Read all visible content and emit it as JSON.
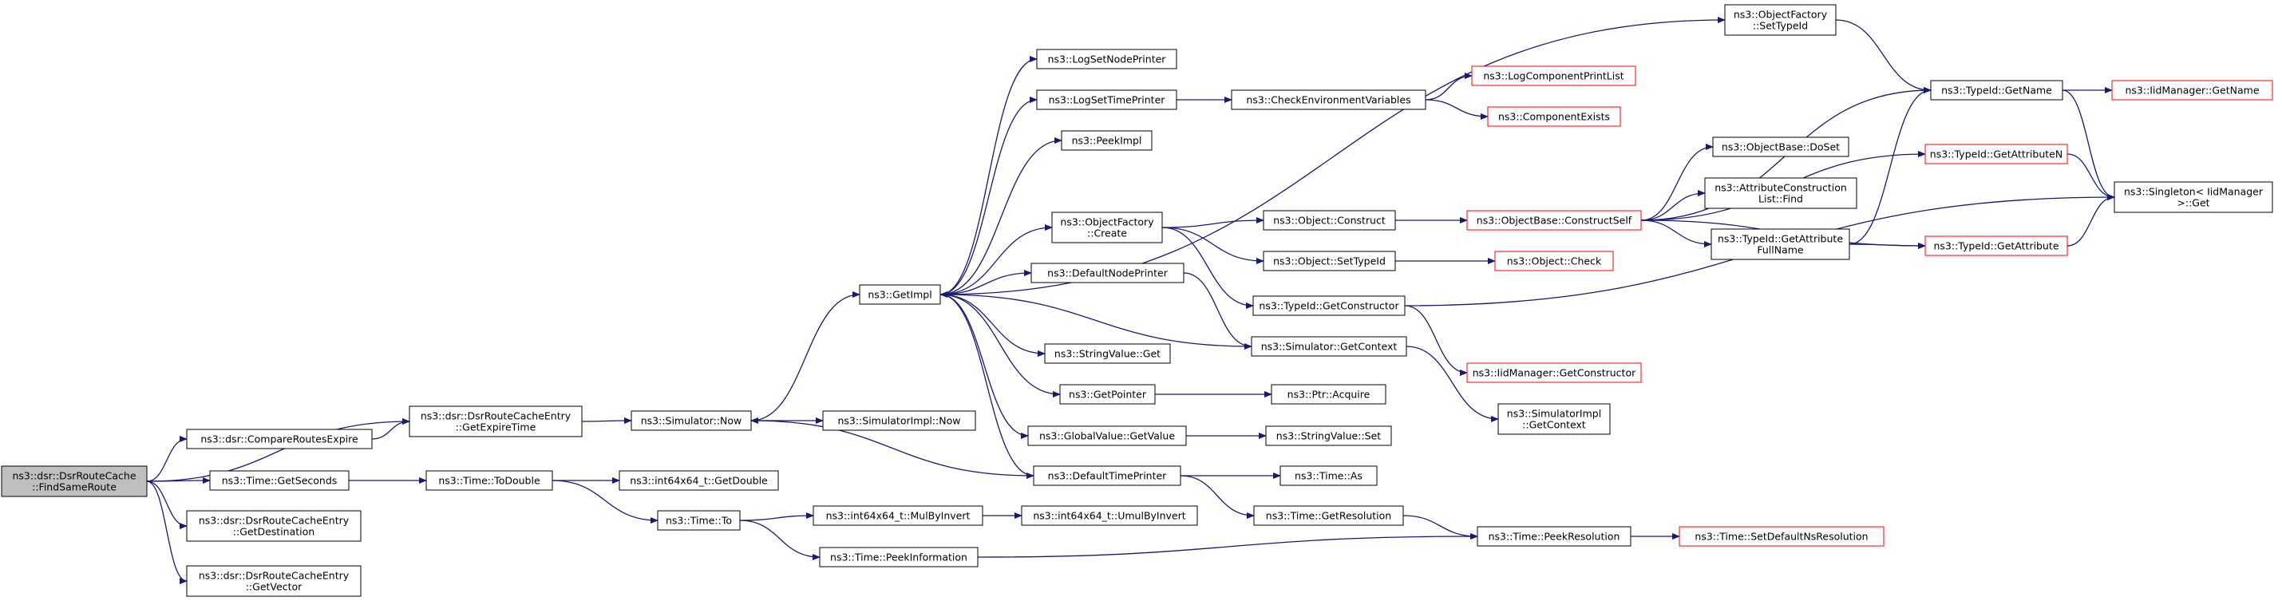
{
  "colors": {
    "edge": "#191970",
    "node_border": "#000000",
    "node_border_truncated": "#ff0000",
    "node_fill": "#ffffff",
    "root_fill": "#bfbfbf",
    "text": "#000000"
  },
  "nodes": [
    {
      "id": "findsameroute",
      "lines": [
        "ns3::dsr::DsrRouteCache",
        "::FindSameRoute"
      ],
      "style": "root"
    },
    {
      "id": "compareroutesexpire",
      "lines": [
        "ns3::dsr::CompareRoutesExpire"
      ],
      "style": "normal"
    },
    {
      "id": "getexpiretime",
      "lines": [
        "ns3::dsr::DsrRouteCacheEntry",
        "::GetExpireTime"
      ],
      "style": "normal"
    },
    {
      "id": "time-getseconds",
      "lines": [
        "ns3::Time::GetSeconds"
      ],
      "style": "normal"
    },
    {
      "id": "getdestination",
      "lines": [
        "ns3::dsr::DsrRouteCacheEntry",
        "::GetDestination"
      ],
      "style": "normal"
    },
    {
      "id": "getvector",
      "lines": [
        "ns3::dsr::DsrRouteCacheEntry",
        "::GetVector"
      ],
      "style": "normal"
    },
    {
      "id": "simulator-now",
      "lines": [
        "ns3::Simulator::Now"
      ],
      "style": "normal"
    },
    {
      "id": "time-todouble",
      "lines": [
        "ns3::Time::ToDouble"
      ],
      "style": "normal"
    },
    {
      "id": "time-to",
      "lines": [
        "ns3::Time::To"
      ],
      "style": "normal"
    },
    {
      "id": "getimpl",
      "lines": [
        "ns3::GetImpl"
      ],
      "style": "normal"
    },
    {
      "id": "simulatorimpl-now",
      "lines": [
        "ns3::SimulatorImpl::Now"
      ],
      "style": "normal"
    },
    {
      "id": "int64x64-getdouble",
      "lines": [
        "ns3::int64x64_t::GetDouble"
      ],
      "style": "normal"
    },
    {
      "id": "int64x64-mulbyinvert",
      "lines": [
        "ns3::int64x64_t::MulByInvert"
      ],
      "style": "normal"
    },
    {
      "id": "time-peekinformation",
      "lines": [
        "ns3::Time::PeekInformation"
      ],
      "style": "normal"
    },
    {
      "id": "logsetnodeprinter",
      "lines": [
        "ns3::LogSetNodePrinter"
      ],
      "style": "normal"
    },
    {
      "id": "logsettimeprinter",
      "lines": [
        "ns3::LogSetTimePrinter"
      ],
      "style": "normal"
    },
    {
      "id": "peekimpl",
      "lines": [
        "ns3::PeekImpl"
      ],
      "style": "normal"
    },
    {
      "id": "objectfactory-create",
      "lines": [
        "ns3::ObjectFactory",
        "::Create"
      ],
      "style": "normal"
    },
    {
      "id": "defaultnodeprinter",
      "lines": [
        "ns3::DefaultNodePrinter"
      ],
      "style": "normal"
    },
    {
      "id": "stringvalue-get",
      "lines": [
        "ns3::StringValue::Get"
      ],
      "style": "normal"
    },
    {
      "id": "getpointer",
      "lines": [
        "ns3::GetPointer"
      ],
      "style": "normal"
    },
    {
      "id": "globalvalue-getvalue",
      "lines": [
        "ns3::GlobalValue::GetValue"
      ],
      "style": "normal"
    },
    {
      "id": "defaulttimeprinter",
      "lines": [
        "ns3::DefaultTimePrinter"
      ],
      "style": "normal"
    },
    {
      "id": "int64x64-umulbyinvert",
      "lines": [
        "ns3::int64x64_t::UmulByInvert"
      ],
      "style": "normal"
    },
    {
      "id": "checkenvironmentvariables",
      "lines": [
        "ns3::CheckEnvironmentVariables"
      ],
      "style": "normal"
    },
    {
      "id": "object-construct",
      "lines": [
        "ns3::Object::Construct"
      ],
      "style": "normal"
    },
    {
      "id": "object-settypeid",
      "lines": [
        "ns3::Object::SetTypeId"
      ],
      "style": "normal"
    },
    {
      "id": "typeid-getconstructor",
      "lines": [
        "ns3::TypeId::GetConstructor"
      ],
      "style": "normal"
    },
    {
      "id": "simulator-getcontext",
      "lines": [
        "ns3::Simulator::GetContext"
      ],
      "style": "normal"
    },
    {
      "id": "ptr-acquire",
      "lines": [
        "ns3::Ptr::Acquire"
      ],
      "style": "normal"
    },
    {
      "id": "stringvalue-set",
      "lines": [
        "ns3::StringValue::Set"
      ],
      "style": "normal"
    },
    {
      "id": "time-as",
      "lines": [
        "ns3::Time::As"
      ],
      "style": "normal"
    },
    {
      "id": "time-getresolution",
      "lines": [
        "ns3::Time::GetResolution"
      ],
      "style": "normal"
    },
    {
      "id": "logcomponentprintlist",
      "lines": [
        "ns3::LogComponentPrintList"
      ],
      "style": "truncated"
    },
    {
      "id": "componentexists",
      "lines": [
        "ns3::ComponentExists"
      ],
      "style": "truncated"
    },
    {
      "id": "objectbase-constructself",
      "lines": [
        "ns3::ObjectBase::ConstructSelf"
      ],
      "style": "truncated"
    },
    {
      "id": "object-check",
      "lines": [
        "ns3::Object::Check"
      ],
      "style": "truncated"
    },
    {
      "id": "iidmanager-getconstructor",
      "lines": [
        "ns3::IidManager::GetConstructor"
      ],
      "style": "truncated"
    },
    {
      "id": "simulatorimpl-getcontext",
      "lines": [
        "ns3::SimulatorImpl",
        "::GetContext"
      ],
      "style": "normal"
    },
    {
      "id": "time-peekresolution",
      "lines": [
        "ns3::Time::PeekResolution"
      ],
      "style": "normal"
    },
    {
      "id": "objectfactory-settypeid",
      "lines": [
        "ns3::ObjectFactory",
        "::SetTypeId"
      ],
      "style": "normal"
    },
    {
      "id": "objectbase-doset",
      "lines": [
        "ns3::ObjectBase::DoSet"
      ],
      "style": "normal"
    },
    {
      "id": "attributeconstructionlist-find",
      "lines": [
        "ns3::AttributeConstruction",
        "List::Find"
      ],
      "style": "normal"
    },
    {
      "id": "typeid-getattributefullname",
      "lines": [
        "ns3::TypeId::GetAttribute",
        "FullName"
      ],
      "style": "normal"
    },
    {
      "id": "typeid-getname",
      "lines": [
        "ns3::TypeId::GetName"
      ],
      "style": "normal"
    },
    {
      "id": "typeid-getattributen",
      "lines": [
        "ns3::TypeId::GetAttributeN"
      ],
      "style": "truncated"
    },
    {
      "id": "typeid-getattribute",
      "lines": [
        "ns3::TypeId::GetAttribute"
      ],
      "style": "truncated"
    },
    {
      "id": "time-setdefaultnsresolution",
      "lines": [
        "ns3::Time::SetDefaultNsResolution"
      ],
      "style": "truncated"
    },
    {
      "id": "iidmanager-getname",
      "lines": [
        "ns3::IidManager::GetName"
      ],
      "style": "truncated"
    },
    {
      "id": "singleton-get",
      "lines": [
        "ns3::Singleton< IidManager",
        " >::Get"
      ],
      "style": "normal"
    }
  ],
  "edges": [
    [
      "findsameroute",
      "compareroutesexpire"
    ],
    [
      "findsameroute",
      "getexpiretime"
    ],
    [
      "findsameroute",
      "time-getseconds"
    ],
    [
      "findsameroute",
      "getdestination"
    ],
    [
      "findsameroute",
      "getvector"
    ],
    [
      "compareroutesexpire",
      "getexpiretime"
    ],
    [
      "getexpiretime",
      "simulator-now"
    ],
    [
      "time-getseconds",
      "time-todouble"
    ],
    [
      "simulator-now",
      "getimpl"
    ],
    [
      "simulator-now",
      "simulatorimpl-now"
    ],
    [
      "time-todouble",
      "int64x64-getdouble"
    ],
    [
      "time-todouble",
      "time-to"
    ],
    [
      "time-to",
      "int64x64-mulbyinvert"
    ],
    [
      "time-to",
      "time-peekinformation"
    ],
    [
      "int64x64-mulbyinvert",
      "int64x64-umulbyinvert"
    ],
    [
      "time-peekinformation",
      "time-peekresolution"
    ],
    [
      "getimpl",
      "logsetnodeprinter"
    ],
    [
      "getimpl",
      "logsettimeprinter"
    ],
    [
      "getimpl",
      "peekimpl"
    ],
    [
      "getimpl",
      "objectfactory-create"
    ],
    [
      "getimpl",
      "defaultnodeprinter"
    ],
    [
      "getimpl",
      "stringvalue-get"
    ],
    [
      "getimpl",
      "getpointer"
    ],
    [
      "getimpl",
      "globalvalue-getvalue"
    ],
    [
      "getimpl",
      "defaulttimeprinter"
    ],
    [
      "getimpl",
      "objectfactory-settypeid"
    ],
    [
      "logsettimeprinter",
      "checkenvironmentvariables"
    ],
    [
      "checkenvironmentvariables",
      "logcomponentprintlist"
    ],
    [
      "checkenvironmentvariables",
      "componentexists"
    ],
    [
      "objectfactory-create",
      "object-construct"
    ],
    [
      "objectfactory-create",
      "object-settypeid"
    ],
    [
      "objectfactory-create",
      "typeid-getconstructor"
    ],
    [
      "object-construct",
      "objectbase-constructself"
    ],
    [
      "object-settypeid",
      "object-check"
    ],
    [
      "typeid-getconstructor",
      "iidmanager-getconstructor"
    ],
    [
      "typeid-getconstructor",
      "singleton-get"
    ],
    [
      "defaultnodeprinter",
      "simulator-getcontext"
    ],
    [
      "simulator-getcontext",
      "getimpl"
    ],
    [
      "simulator-getcontext",
      "simulatorimpl-getcontext"
    ],
    [
      "getpointer",
      "ptr-acquire"
    ],
    [
      "globalvalue-getvalue",
      "stringvalue-set"
    ],
    [
      "defaulttimeprinter",
      "simulator-now"
    ],
    [
      "defaulttimeprinter",
      "time-as"
    ],
    [
      "defaulttimeprinter",
      "time-getresolution"
    ],
    [
      "time-getresolution",
      "time-peekresolution"
    ],
    [
      "time-peekresolution",
      "time-setdefaultnsresolution"
    ],
    [
      "objectbase-constructself",
      "objectbase-doset"
    ],
    [
      "objectbase-constructself",
      "attributeconstructionlist-find"
    ],
    [
      "objectbase-constructself",
      "typeid-getattributefullname"
    ],
    [
      "objectbase-constructself",
      "typeid-getname"
    ],
    [
      "objectbase-constructself",
      "typeid-getattributen"
    ],
    [
      "objectbase-constructself",
      "typeid-getattribute"
    ],
    [
      "typeid-getattributefullname",
      "typeid-getname"
    ],
    [
      "typeid-getattributefullname",
      "typeid-getattribute"
    ],
    [
      "objectfactory-settypeid",
      "typeid-getname"
    ],
    [
      "typeid-getname",
      "iidmanager-getname"
    ],
    [
      "typeid-getname",
      "singleton-get"
    ],
    [
      "typeid-getattributen",
      "singleton-get"
    ],
    [
      "typeid-getattribute",
      "singleton-get"
    ]
  ]
}
